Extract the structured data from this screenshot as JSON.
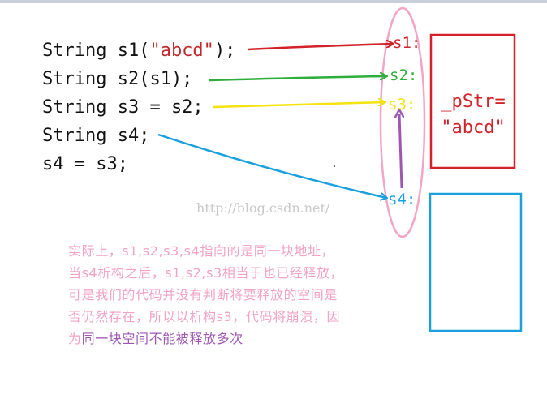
{
  "code_lines": [
    {
      "prefix": "String s1(",
      "string_literal": "\"abcd\"",
      "suffix": ");"
    },
    {
      "text": "String s2(s1);"
    },
    {
      "text": "String s3 = s2;"
    },
    {
      "text": "String s4;"
    },
    {
      "text": "s4 = s3;"
    }
  ],
  "pointers": [
    {
      "label": "s1:",
      "color": "#d2232a"
    },
    {
      "label": "s2:",
      "color": "#2fae3c"
    },
    {
      "label": "s3:",
      "color": "#f5e30e"
    },
    {
      "label": "s4:",
      "color": "#1aa0dc"
    }
  ],
  "buffer_box": {
    "line1": "_pStr=",
    "line2": "\"abcd\"",
    "border_color": "#d2232a"
  },
  "empty_box": {
    "border_color": "#1aa0dc"
  },
  "ellipse_color": "#f2a6c6",
  "purple_arrow_color": "#9e58b2",
  "watermark": "http://blog.csdn.net/",
  "note": {
    "line1": "实际上，s1,s2,s3,s4指向的是同一块地址，",
    "line2": "当s4析构之后，s1,s2,s3相当于也已经释放，",
    "line3": "可是我们的代码并没有判断将要释放的空间是",
    "line4": "否仍然存在，所以以析构s3，代码将崩溃，因",
    "line5_pink": "为",
    "line5_purple": "同一块空间不能被释放多次",
    "pink_color": "#f1a3c6",
    "purple_color": "#9e58b2"
  }
}
